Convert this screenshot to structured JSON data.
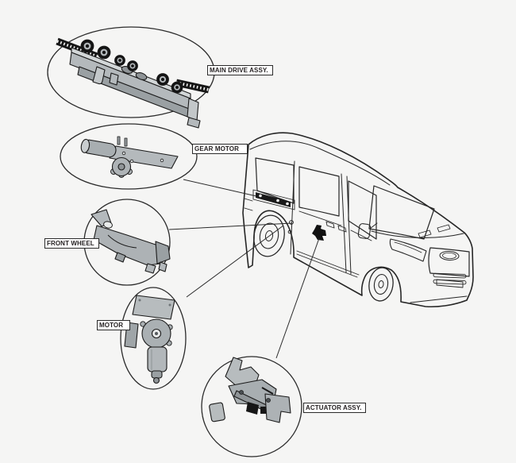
{
  "diagram": {
    "kind": "vehicle-parts-callout-diagram",
    "vehicle_illustration": "cargo-van-side-front-line-art",
    "colors": {
      "background": "#f5f5f4",
      "line": "#262626",
      "part_fill": "#b4b9bc",
      "part_fill_dark": "#9aa0a3",
      "part_fill_light": "#d2d6d7",
      "belt_black": "#161616",
      "label_bg": "#ffffff",
      "label_border": "#2b2b2b",
      "label_text": "#231f20"
    },
    "callouts": [
      {
        "id": "main-drive-assy",
        "label": "MAIN DRIVE ASSY."
      },
      {
        "id": "gear-motor",
        "label": "GEAR MOTOR"
      },
      {
        "id": "front-wheel",
        "label": "FRONT WHEEL"
      },
      {
        "id": "motor",
        "label": "MOTOR"
      },
      {
        "id": "actuator-assy",
        "label": "ACTUATOR ASSY."
      }
    ]
  }
}
